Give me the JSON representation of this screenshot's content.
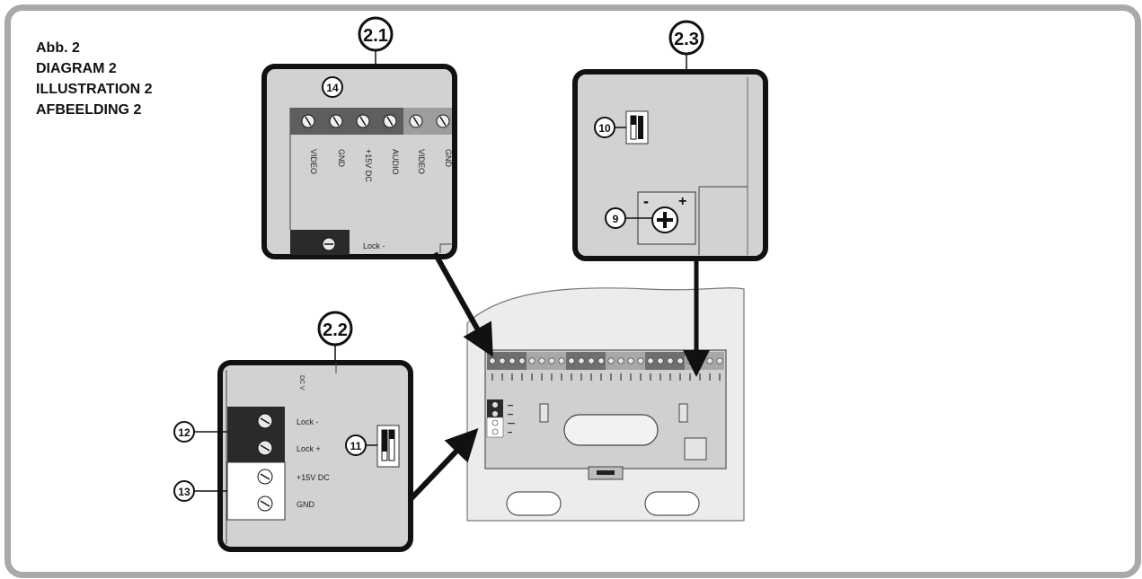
{
  "titles": [
    "Abb. 2",
    "DIAGRAM 2",
    "ILLUSTRATION 2",
    "AFBEELDING 2"
  ],
  "callouts": {
    "panel_2_1": "2.1",
    "panel_2_2": "2.2",
    "panel_2_3": "2.3",
    "n9": "9",
    "n10": "10",
    "n11": "11",
    "n12": "12",
    "n13": "13",
    "n14": "14"
  },
  "panel_2_1": {
    "terminals": [
      "VIDEO",
      "GND",
      "+15V DC",
      "AUDIO",
      "VIDEO",
      "GND"
    ],
    "bottom_label": "Lock -"
  },
  "panel_2_2": {
    "terminals": [
      "Lock -",
      "Lock +",
      "+15V DC",
      "GND"
    ],
    "top_partial": "DC V"
  },
  "panel_2_3": {
    "minus": "-",
    "plus": "+"
  },
  "colors": {
    "panel_bg": "#d2d2d2",
    "dark_block": "#2a2a2a",
    "terminal_dark": "#5e5e5e",
    "terminal_light": "#9d9d9d",
    "frame": "#a9a9a9"
  }
}
